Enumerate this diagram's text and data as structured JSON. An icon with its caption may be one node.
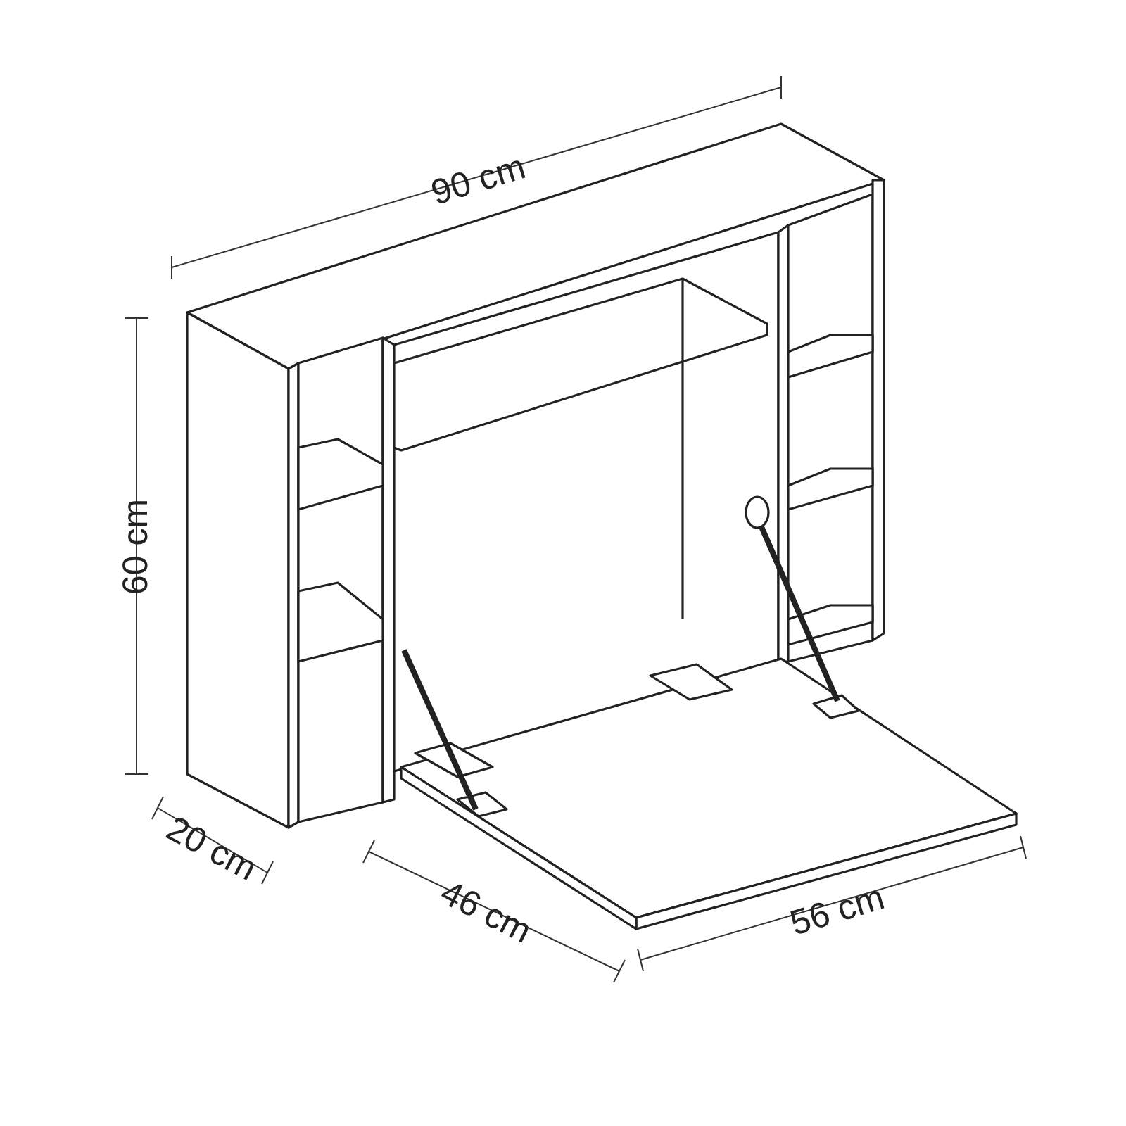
{
  "diagram": {
    "labels": [
      "90 cm",
      "60 cm",
      "20 cm",
      "46 cm",
      "56 cm"
    ]
  }
}
